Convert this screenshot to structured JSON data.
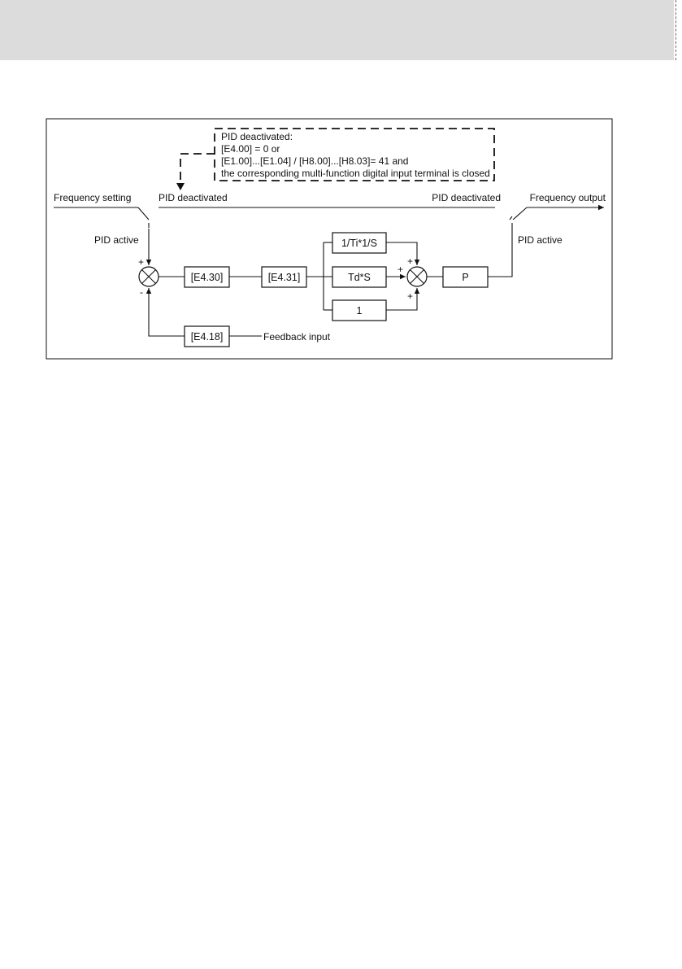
{
  "condition_box": {
    "line1": "PID deactivated:",
    "line2": "[E4.00] = 0 or",
    "line3": "[E1.00]...[E1.04] / [H8.00]...[H8.03]= 41 and",
    "line4": "the corresponding multi-function digital input terminal is closed"
  },
  "labels": {
    "frequency_setting": "Frequency setting",
    "pid_deactivated_left": "PID deactivated",
    "pid_deactivated_right": "PID deactivated",
    "frequency_output": "Frequency output",
    "pid_active_left": "PID active",
    "pid_active_right": "PID active",
    "feedback_input": "Feedback input"
  },
  "blocks": {
    "e430": "[E4.30]",
    "e431": "[E4.31]",
    "integral": "1/Ti*1/S",
    "derivative": "Td*S",
    "proportional_unit": "1",
    "gain": "P",
    "feedback": "[E4.18]"
  },
  "signs": {
    "sum1_plus": "+",
    "sum1_minus": "-",
    "sum2_top": "+",
    "sum2_left": "+",
    "sum2_bottom": "+"
  }
}
